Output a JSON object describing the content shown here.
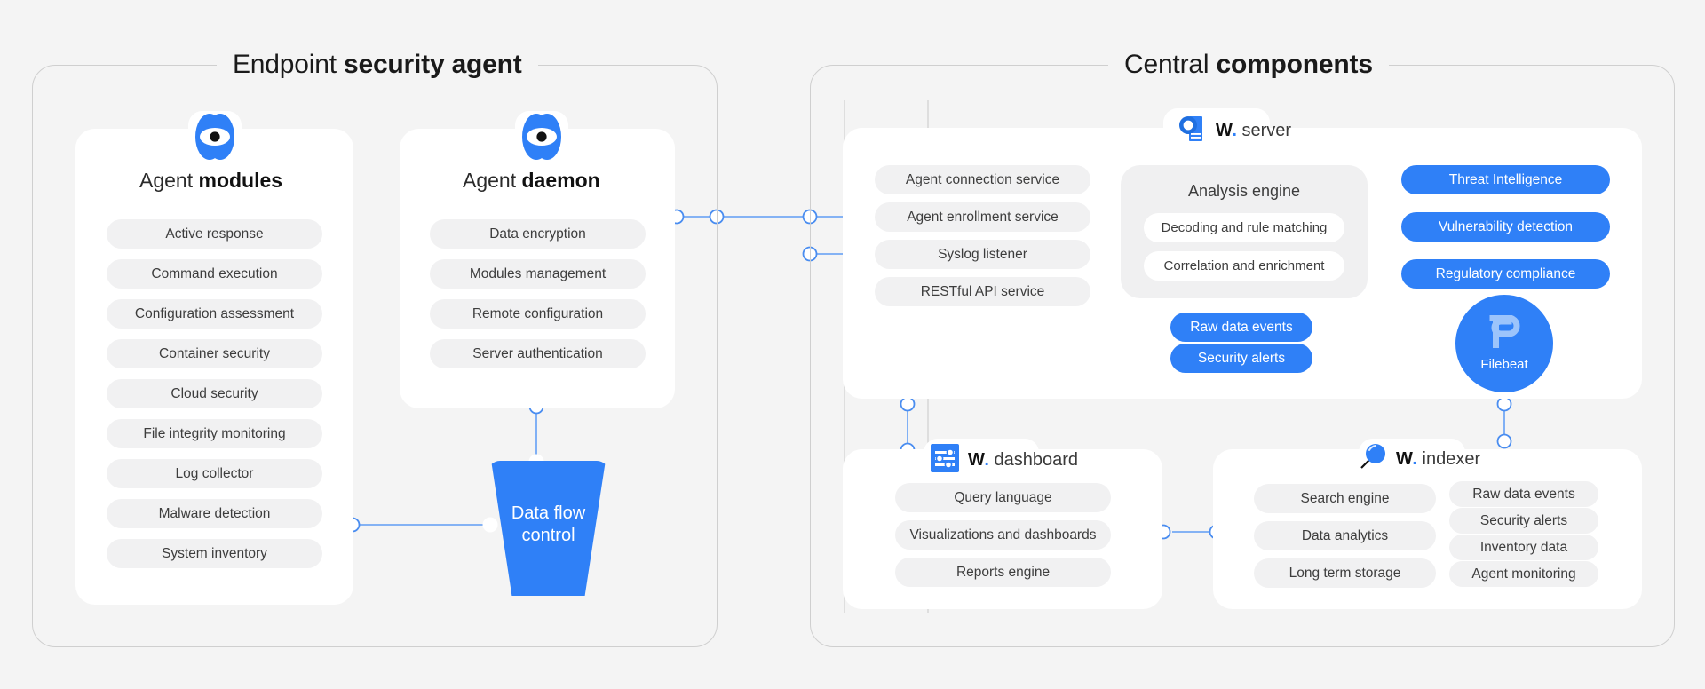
{
  "groups": [
    {
      "id": "endpoint",
      "title_light": "Endpoint ",
      "title_bold": "security agent"
    },
    {
      "id": "central",
      "title_light": "Central ",
      "title_bold": "components"
    }
  ],
  "agent_modules": {
    "title_light": "Agent ",
    "title_bold": "modules",
    "icon": "agent-eye-icon",
    "items": [
      "Active response",
      "Command execution",
      "Configuration assessment",
      "Container security",
      "Cloud security",
      "File integrity monitoring",
      "Log collector",
      "Malware detection",
      "System inventory"
    ]
  },
  "agent_daemon": {
    "title_light": "Agent ",
    "title_bold": "daemon",
    "icon": "agent-eye-icon",
    "items": [
      "Data encryption",
      "Modules management",
      "Remote configuration",
      "Server authentication"
    ]
  },
  "data_flow_control": {
    "label": "Data flow\ncontrol"
  },
  "server": {
    "logo_bold": "W",
    "logo_dot": ".",
    "logo_rest": " server",
    "icon": "server-document-icon",
    "services": [
      "Agent connection service",
      "Agent enrollment service",
      "Syslog listener",
      "RESTful API service"
    ],
    "analysis_engine": {
      "title": "Analysis engine",
      "items": [
        "Decoding and rule matching",
        "Correlation and enrichment"
      ]
    },
    "capabilities": [
      "Threat Intelligence",
      "Vulnerability detection",
      "Regulatory compliance"
    ],
    "outputs": [
      "Raw data events",
      "Security alerts"
    ],
    "filebeat": {
      "label": "Filebeat",
      "icon": "filebeat-icon"
    }
  },
  "dashboard": {
    "logo_bold": "W",
    "logo_dot": ".",
    "logo_rest": " dashboard",
    "icon": "dashboard-sliders-icon",
    "items": [
      "Query language",
      "Visualizations and dashboards",
      "Reports engine"
    ]
  },
  "indexer": {
    "logo_bold": "W",
    "logo_dot": ".",
    "logo_rest": " indexer",
    "icon": "indexer-magnifier-icon",
    "left_items": [
      "Search engine",
      "Data analytics",
      "Long term storage"
    ],
    "right_items": [
      "Raw data events",
      "Security alerts",
      "Inventory data",
      "Agent monitoring"
    ]
  },
  "colors": {
    "accent": "#2f80f7",
    "wire": "#74a9f5",
    "background": "#f4f4f4",
    "pill": "#f1f1f2",
    "card": "#ffffff",
    "frame": "#cfcfcf"
  }
}
